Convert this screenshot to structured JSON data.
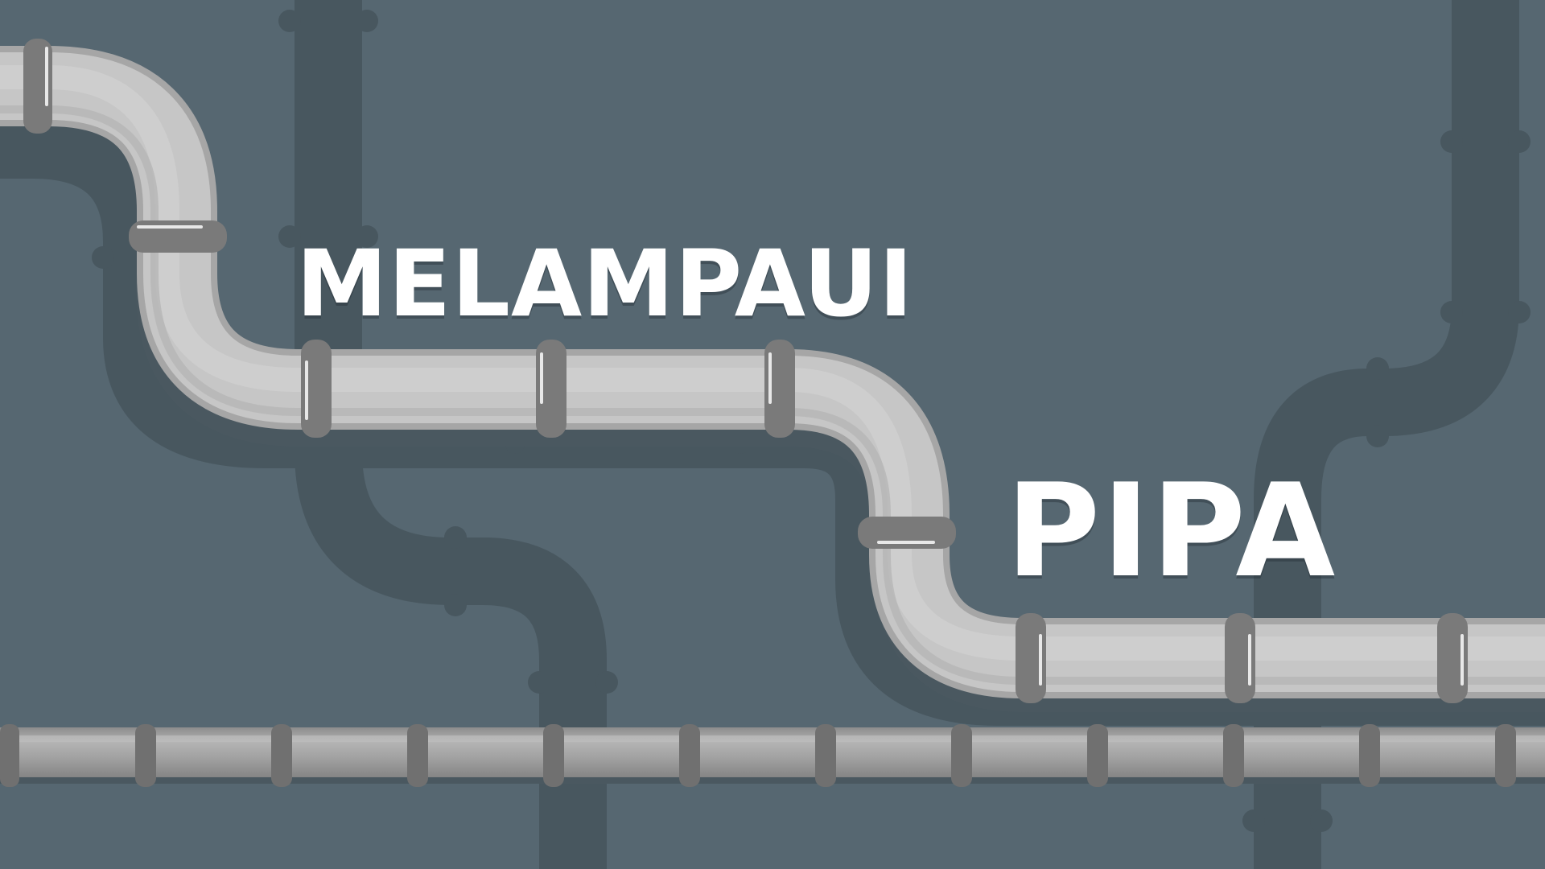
{
  "headline": {
    "line1": "MELAMPAUI",
    "line2": "PIPA"
  },
  "colors": {
    "background": "#566771",
    "background_pipe": "#48575F",
    "pipe_light": "#C4C4C4",
    "pipe_shadow": "#4A5860",
    "coupling": "#7A7A7A",
    "text": "#FFFFFF"
  },
  "icons": [
    "main-pipe",
    "thin-pipe",
    "background-pipes",
    "pipe-coupling"
  ]
}
